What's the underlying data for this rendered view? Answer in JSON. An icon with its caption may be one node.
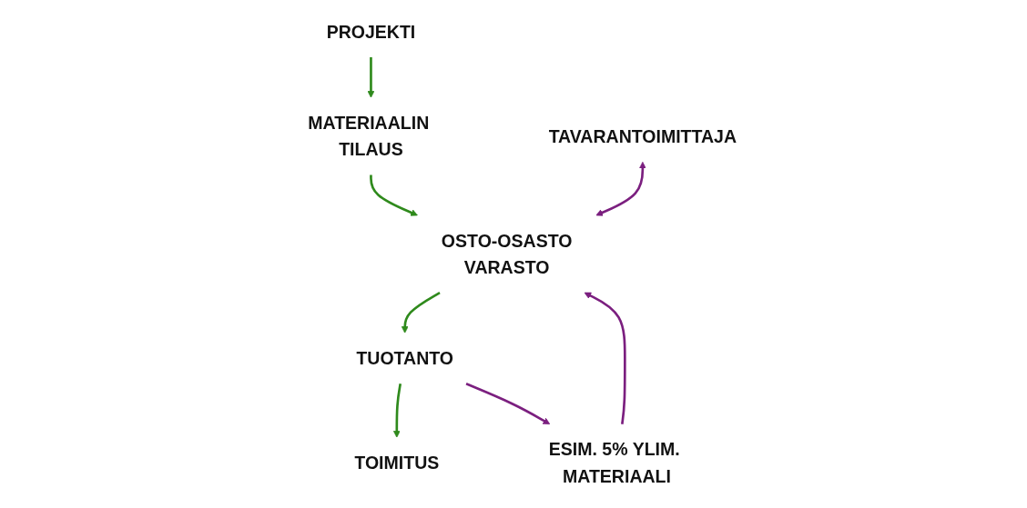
{
  "diagram": {
    "nodes": [
      {
        "text": [
          "PROJEKTI"
        ]
      },
      {
        "text": [
          "MATERIAALIN TILAUS"
        ]
      },
      {
        "text": [
          "OSTO-OSASTO",
          "VARASTO"
        ]
      },
      {
        "text": [
          "TAVARANTOIMITTAJA"
        ]
      },
      {
        "text": [
          "TUOTANTO"
        ]
      },
      {
        "text": [
          "TOIMITUS"
        ]
      },
      {
        "text": [
          "ESIM. 5% YLIM. MATERIAALI"
        ]
      }
    ],
    "edges": [
      {
        "from": 0,
        "to": 1,
        "arrow": "to"
      },
      {
        "from": 1,
        "to": 2,
        "arrow": "to"
      },
      {
        "from": 3,
        "to": 2,
        "arrow": "both",
        "color": "#7b1f7f"
      },
      {
        "from": 2,
        "to": 4,
        "arrow": "to"
      },
      {
        "from": 4,
        "to": 5,
        "arrow": "to"
      },
      {
        "from": 4,
        "to": 6,
        "arrow": "to",
        "color": "#7b1f7f"
      },
      {
        "from": 6,
        "to": 2,
        "arrow": "to",
        "color": "#7b1f7f"
      }
    ]
  }
}
